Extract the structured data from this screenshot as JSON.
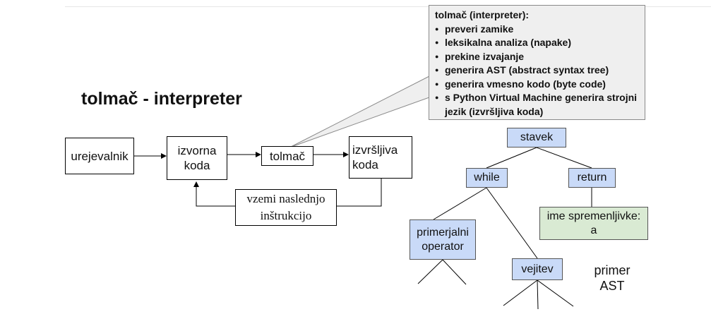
{
  "title": "tolmač - interpreter",
  "callout": {
    "heading": "tolmač (interpreter):",
    "items": [
      "preveri zamike",
      "leksikalna analiza (napake)",
      "prekine izvajanje",
      "generira AST (abstract syntax tree)",
      "generira vmesno kodo (byte code)",
      "s Python Virtual Machine generira strojni jezik (izvršljiva koda)"
    ]
  },
  "flow": {
    "editor": "urejevalnik",
    "source_code": "izvorna koda",
    "interpreter": "tolmač",
    "executable": "izvršljiva koda",
    "next_instruction": "vzemi naslednjo inštrukcijo"
  },
  "ast": {
    "root": "stavek",
    "while": "while",
    "return": "return",
    "variable_name": "ime spremenljivke: a",
    "comparison_operator": "primerjalni operator",
    "body": "vejitev",
    "caption": "primer AST"
  },
  "colors": {
    "ast_node": "#c9daf8",
    "ast_leaf": "#d9ead3",
    "callout_bg": "#efefef"
  }
}
